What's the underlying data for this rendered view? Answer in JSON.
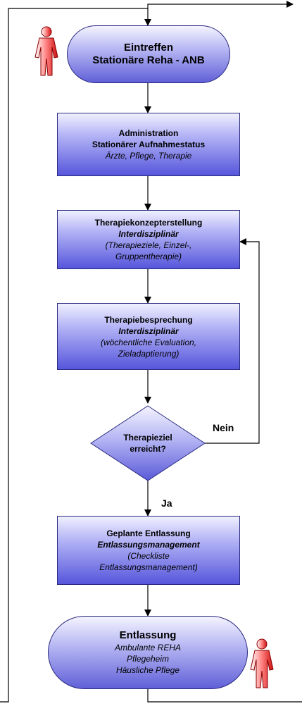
{
  "start": {
    "title": "Eintreffen",
    "subtitle": "Stationäre Reha - ANB"
  },
  "admin": {
    "line1": "Administration",
    "line2": "Stationärer Aufnahmestatus",
    "line3": "Ärzte, Pflege, Therapie"
  },
  "concept": {
    "line1": "Therapiekonzepterstellung",
    "line2": "Interdisziplinär",
    "line3": "(Therapieziele, Einzel-,",
    "line4": "Gruppentherapie)"
  },
  "meeting": {
    "line1": "Therapiebesprechung",
    "line2": "Interdisziplinär",
    "line3": "(wöchentliche Evaluation,",
    "line4": "Zieladaptierung)"
  },
  "decision": {
    "line1": "Therapieziel",
    "line2": "erreicht?",
    "no_label": "Nein",
    "yes_label": "Ja"
  },
  "planned": {
    "line1": "Geplante Entlassung",
    "line2": "Entlassungsmanagement",
    "line3": "(Checkliste",
    "line4": "Entlassungsmanagement)"
  },
  "end": {
    "title": "Entlassung",
    "line1": "Ambulante REHA",
    "line2": "Pflegeheim",
    "line3": "Häusliche Pflege"
  },
  "colors": {
    "node_fill": "#8888ee",
    "person": "#dd2222",
    "line": "#000000"
  }
}
